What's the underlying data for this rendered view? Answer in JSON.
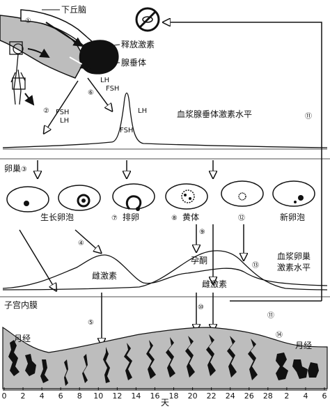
{
  "labels": {
    "hypothalamus": "下丘脑",
    "releasing_hormone": "释放激素",
    "pituitary": "腺垂体",
    "lh_upper": "LH",
    "fsh_upper": "FSH",
    "lh_right": "LH",
    "fsh_peak": "FSH",
    "fsh_left": "FSH",
    "lh_left": "LH",
    "plasma_pituitary": "血浆腺垂体激素水平",
    "ovary": "卵巢",
    "growing_follicle": "生长卵泡",
    "ovulation": "排卵",
    "corpus_luteum": "黄体",
    "new_follicle": "新卵泡",
    "progesterone": "孕酮",
    "plasma_ovarian_1": "血浆卵巢",
    "plasma_ovarian_2": "激素水平",
    "estrogen_1": "雌激素",
    "estrogen_2": "雌激素",
    "endometrium": "子宫内膜",
    "menses_left": "月经",
    "menses_right": "月经",
    "x_unit": "天"
  },
  "step_numbers": [
    "①",
    "②",
    "③",
    "④",
    "⑤",
    "⑥",
    "⑦",
    "⑧",
    "⑨",
    "⑩",
    "⑪",
    "⑪",
    "⑫",
    "⑬",
    "⑭"
  ],
  "x_ticks": [
    "0",
    "2",
    "4",
    "6",
    "8",
    "10",
    "12",
    "14",
    "16",
    "18",
    "20",
    "22",
    "24",
    "26",
    "28",
    "2",
    "4",
    "6"
  ],
  "icons": {
    "inhibit": "prohibited-icon",
    "arrow": "arrow-icon"
  },
  "colors": {
    "ink": "#111111",
    "gray_fill": "#bdbdbd",
    "dark_fill": "#111111"
  }
}
